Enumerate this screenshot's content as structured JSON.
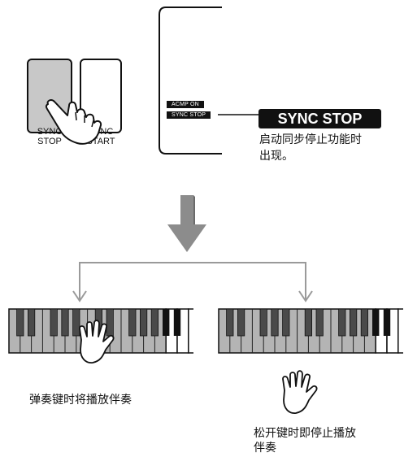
{
  "buttons": {
    "sync_stop_label_1": "SYNC",
    "sync_stop_label_2": "STOP",
    "sync_start_label_1": "SYNC",
    "sync_start_label_2": "START"
  },
  "display": {
    "acmp_on": "ACMP ON",
    "sync_stop_small": "SYNC STOP",
    "sync_stop_big": "SYNC STOP",
    "caption_line1": "启动同步停止功能时",
    "caption_line2": "出现。"
  },
  "captions": {
    "left": "弹奏键时将播放伴奏",
    "right_line1": "松开键时即停止播放",
    "right_line2": "伴奏"
  },
  "colors": {
    "button_pressed": "#c8c8c8",
    "arrow": "#8c8c8c",
    "key_gray": "#b4b4b4"
  }
}
